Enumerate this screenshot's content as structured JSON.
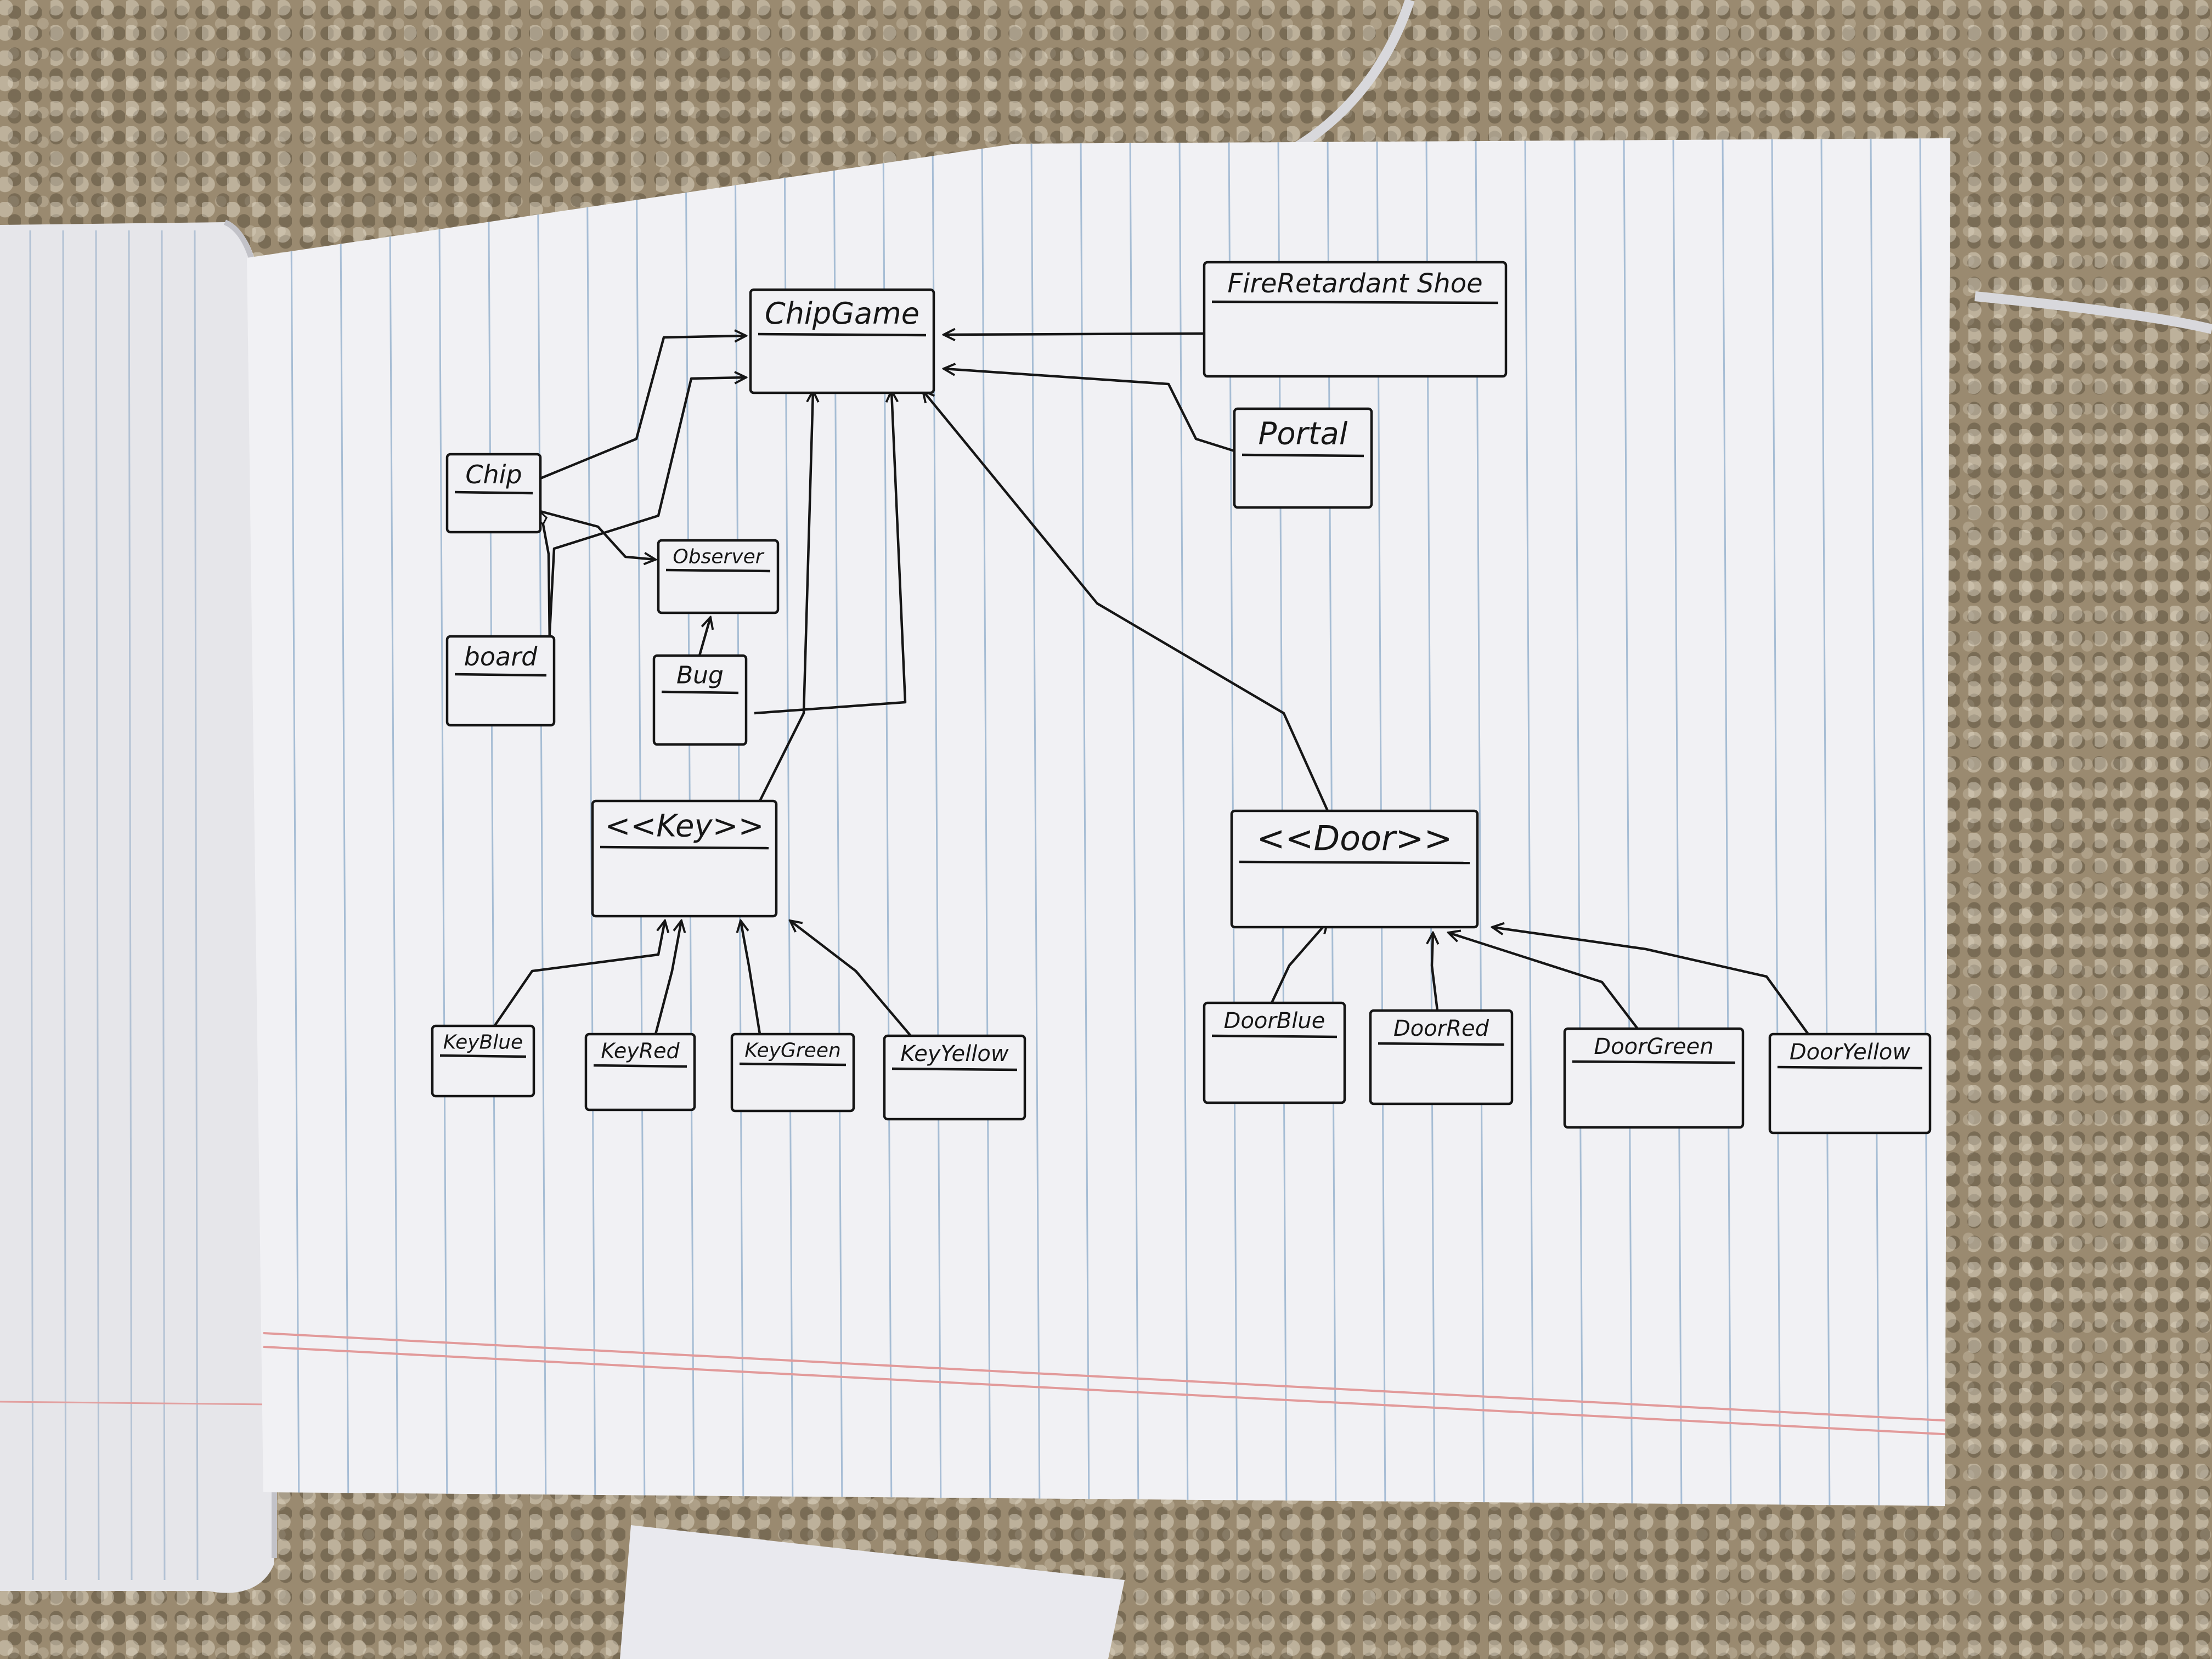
{
  "diagram": {
    "title": "",
    "nodes": [
      {
        "id": "chipgame",
        "label": "ChipGame"
      },
      {
        "id": "fire",
        "label": "FireRetardant Shoe"
      },
      {
        "id": "portal",
        "label": "Portal"
      },
      {
        "id": "chip",
        "label": "Chip"
      },
      {
        "id": "observer",
        "label": "Observer"
      },
      {
        "id": "board",
        "label": "board"
      },
      {
        "id": "bug",
        "label": "Bug"
      },
      {
        "id": "key",
        "label": "<<Key>>"
      },
      {
        "id": "door",
        "label": "<<Door>>"
      },
      {
        "id": "keyblue",
        "label": "KeyBlue"
      },
      {
        "id": "keyred",
        "label": "KeyRed"
      },
      {
        "id": "keygreen",
        "label": "KeyGreen"
      },
      {
        "id": "keyyellow",
        "label": "KeyYellow"
      },
      {
        "id": "doorblue",
        "label": "DoorBlue"
      },
      {
        "id": "doorred",
        "label": "DoorRed"
      },
      {
        "id": "doorgreen",
        "label": "DoorGreen"
      },
      {
        "id": "dooryellow",
        "label": "DoorYellow"
      }
    ],
    "edges": [
      {
        "from": "fire",
        "to": "chipgame"
      },
      {
        "from": "portal",
        "to": "chipgame"
      },
      {
        "from": "chip",
        "to": "chipgame"
      },
      {
        "from": "board",
        "to": "chipgame"
      },
      {
        "from": "bug",
        "to": "chipgame"
      },
      {
        "from": "key",
        "to": "chipgame"
      },
      {
        "from": "door",
        "to": "chipgame"
      },
      {
        "from": "chip",
        "to": "observer"
      },
      {
        "from": "board",
        "to": "chip"
      },
      {
        "from": "bug",
        "to": "observer"
      },
      {
        "from": "keyblue",
        "to": "key"
      },
      {
        "from": "keyred",
        "to": "key"
      },
      {
        "from": "keygreen",
        "to": "key"
      },
      {
        "from": "keyyellow",
        "to": "key"
      },
      {
        "from": "doorblue",
        "to": "door"
      },
      {
        "from": "doorred",
        "to": "door"
      },
      {
        "from": "doorgreen",
        "to": "door"
      },
      {
        "from": "dooryellow",
        "to": "door"
      }
    ]
  },
  "colors": {
    "ink": "#161616",
    "paper": "#f1f1f4",
    "rule_line": "#9ab4cf",
    "margin_line": "#e29a9a",
    "carpet": "#9a8a70"
  }
}
